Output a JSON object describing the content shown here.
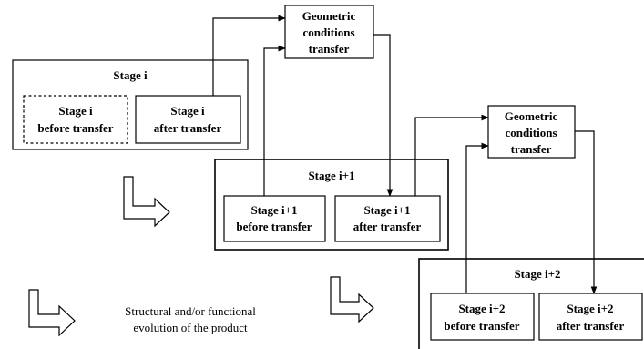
{
  "stage_i": {
    "title": "Stage i",
    "before": [
      "Stage i",
      "before transfer"
    ],
    "after": [
      "Stage i",
      "after transfer"
    ]
  },
  "transfer_1": {
    "lines": [
      "Geometric",
      "conditions",
      "transfer"
    ]
  },
  "stage_i1": {
    "title": "Stage i+1",
    "before": [
      "Stage i+1",
      "before transfer"
    ],
    "after": [
      "Stage i+1",
      "after transfer"
    ]
  },
  "transfer_2": {
    "lines": [
      "Geometric",
      "conditions",
      "transfer"
    ]
  },
  "stage_i2": {
    "title": "Stage i+2",
    "before": [
      "Stage i+2",
      "before transfer"
    ],
    "after": [
      "Stage i+2",
      "after transfer"
    ]
  },
  "legend": {
    "icon": "evolution-arrow-icon",
    "lines": [
      "Structural and/or functional",
      "evolution of the product"
    ]
  }
}
